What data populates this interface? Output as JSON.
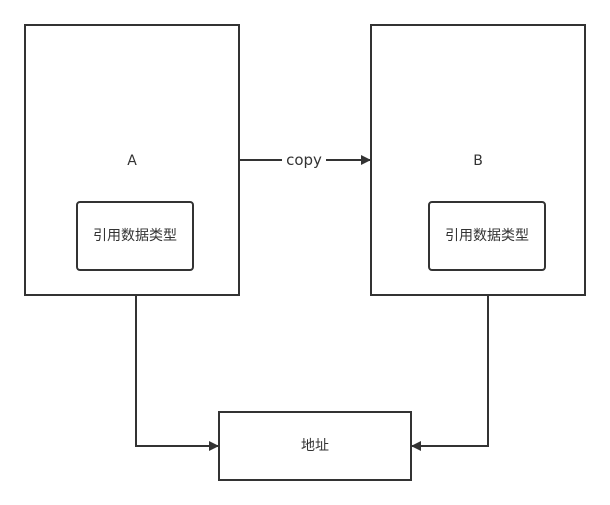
{
  "nodes": {
    "a": {
      "label": "A",
      "inner_label": "引用数据类型"
    },
    "b": {
      "label": "B",
      "inner_label": "引用数据类型"
    },
    "address": {
      "label": "地址"
    }
  },
  "edges": {
    "a_to_b": {
      "label": "copy"
    }
  },
  "colors": {
    "stroke": "#333333",
    "background": "#ffffff"
  }
}
